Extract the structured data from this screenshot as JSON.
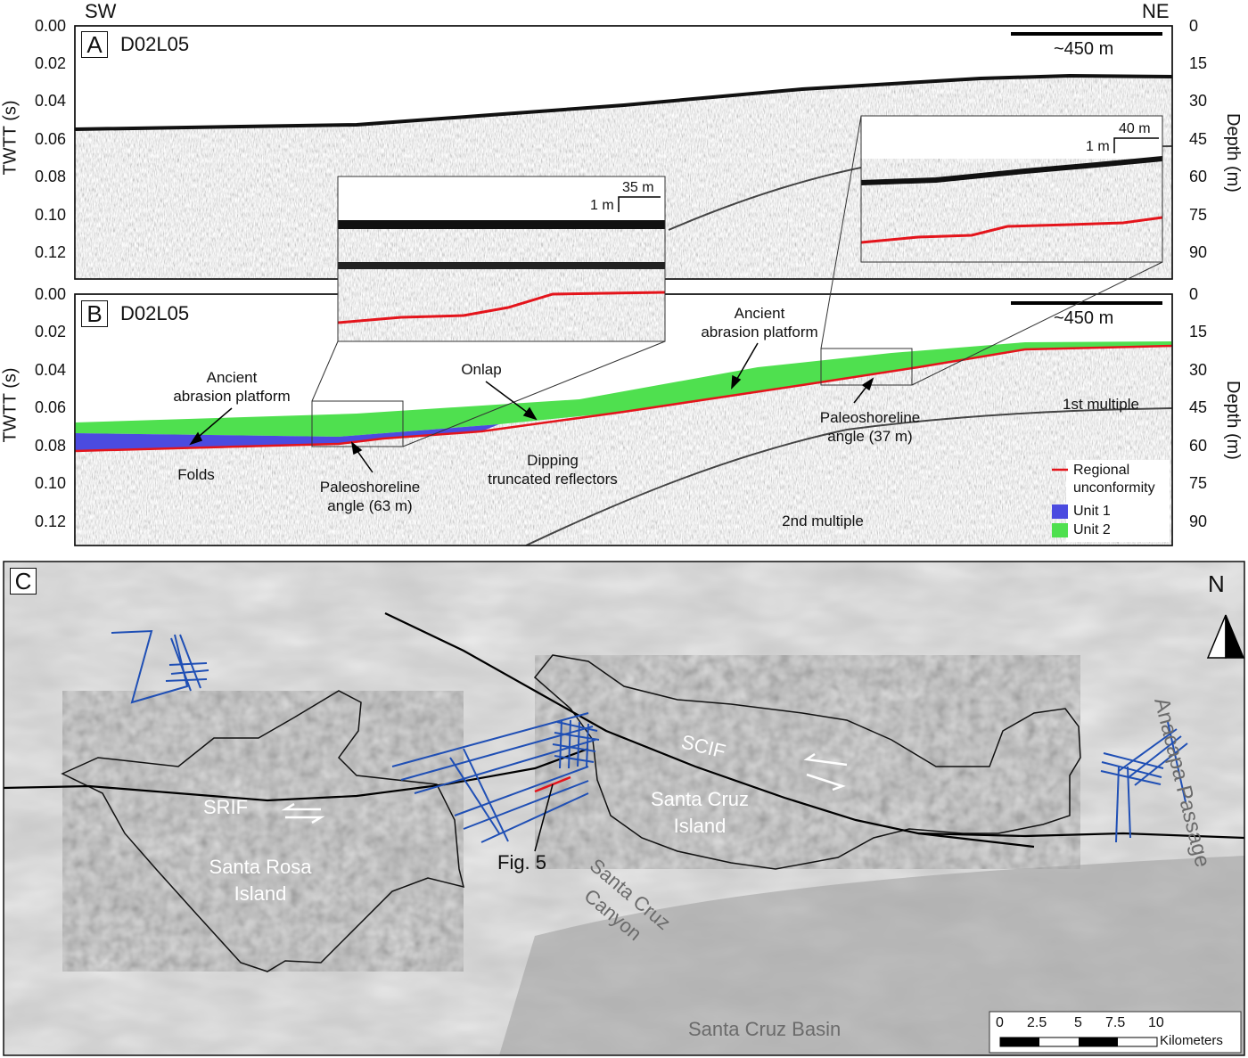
{
  "compass": {
    "sw": "SW",
    "ne": "NE"
  },
  "axes": {
    "left_title": "TWTT (s)",
    "right_title": "Depth (m)",
    "left_ticks": [
      "0.00",
      "0.02",
      "0.04",
      "0.06",
      "0.08",
      "0.10",
      "0.12"
    ],
    "right_ticks": [
      "0",
      "15",
      "30",
      "45",
      "60",
      "75",
      "90"
    ]
  },
  "panel_a": {
    "letter": "A",
    "profile": "D02L05",
    "scale_label": "~450 m",
    "inset_left": {
      "h": "35 m",
      "v": "1 m"
    },
    "inset_right": {
      "h": "40 m",
      "v": "1 m"
    }
  },
  "panel_b": {
    "letter": "B",
    "profile": "D02L05",
    "scale_label": "~450 m",
    "annotations": {
      "abrasion_left": "Ancient\nabrasion platform",
      "abrasion_right": "Ancient\nabrasion platform",
      "onlap": "Onlap",
      "folds": "Folds",
      "paleo_63": "Paleoshoreline\nangle (63 m)",
      "paleo_37": "Paleoshoreline\nangle (37 m)",
      "dipping": "Dipping\ntruncated reflectors",
      "first_multiple": "1st multiple",
      "second_multiple": "2nd multiple"
    },
    "legend": {
      "unconformity": "Regional\nunconformity",
      "unit1": "Unit 1",
      "unit2": "Unit 2",
      "unconformity_color": "#e4141b",
      "unit1_color": "#4b4be0",
      "unit2_color": "#4fe04f"
    }
  },
  "panel_c": {
    "letter": "C",
    "north": "N",
    "labels": {
      "srif": "SRIF",
      "scif": "SCIF",
      "santa_rosa": "Santa Rosa\nIsland",
      "santa_cruz": "Santa Cruz\nIsland",
      "fig5": "Fig. 5",
      "canyon": "Santa Cruz\nCanyon",
      "basin": "Santa Cruz Basin",
      "passage": "Anacapa Passage"
    },
    "scalebar": {
      "ticks": [
        "0",
        "2.5",
        "5",
        "7.5",
        "10"
      ],
      "units": "Kilometers"
    },
    "track_color": "#1f4fb5",
    "fig5_color": "#e4141b"
  }
}
